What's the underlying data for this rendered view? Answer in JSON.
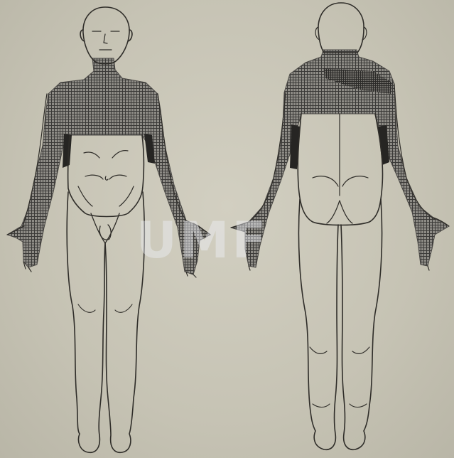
{
  "figure": {
    "front_view": "front",
    "back_view": "back",
    "watermark": "UMF"
  },
  "colors": {
    "background": "#c9c6b8",
    "outline": "#2f2d29",
    "hatch": "#3b3a38"
  }
}
